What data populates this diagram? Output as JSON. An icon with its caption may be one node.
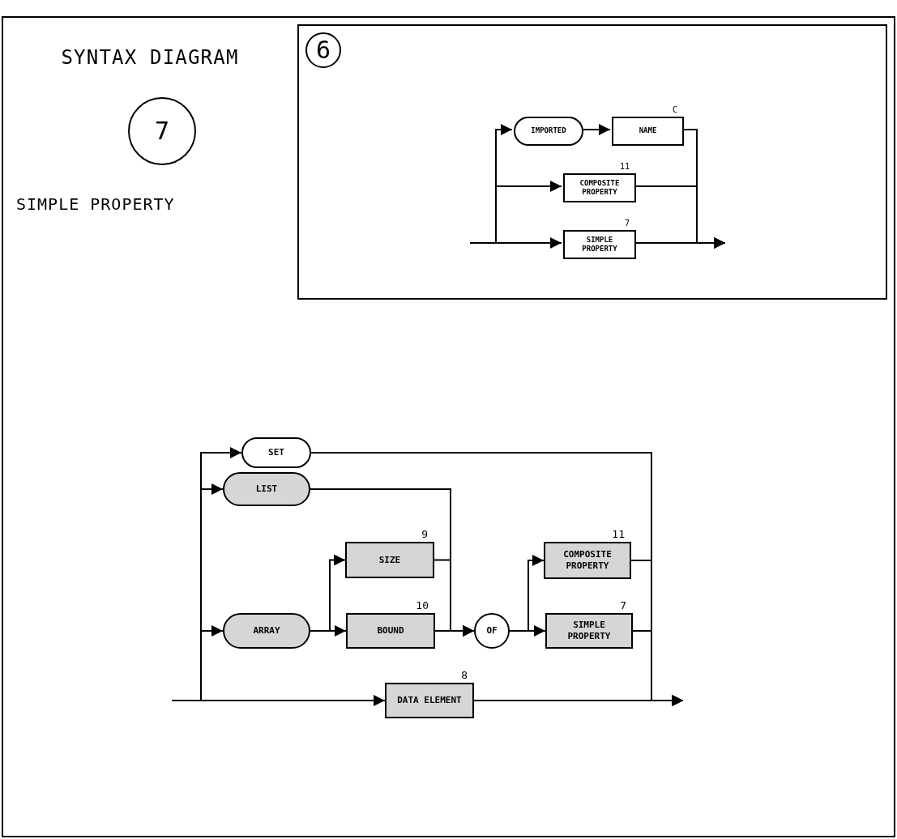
{
  "diagram": {
    "title": "SYNTAX DIAGRAM",
    "nodes": [
      {
        "text": [
          "7"
        ]
      },
      {
        "text": [],
        "shape": "box"
      },
      {
        "text": [
          "6"
        ],
        "in": 1
      },
      {
        "text": [
          "IMPORTED"
        ],
        "in": 1
      },
      {
        "text": [
          "NAME"
        ],
        "in": 1,
        "beside": [
          "C"
        ]
      },
      {
        "text": [
          "COMPOSITE PROPERTY"
        ],
        "in": 1,
        "beside": [
          "11"
        ]
      },
      {
        "text": [
          "SIMPLE PROPERTY"
        ],
        "in": 1,
        "beside": [
          "7"
        ]
      },
      {
        "text": [
          "SET"
        ]
      },
      {
        "text": [
          "LIST"
        ]
      },
      {
        "text": [
          "SIZE"
        ],
        "beside": [
          "9"
        ]
      },
      {
        "text": [
          "ARRAY"
        ]
      },
      {
        "text": [
          "BOUND"
        ],
        "beside": [
          "10"
        ]
      },
      {
        "text": [
          "OF"
        ]
      },
      {
        "text": [
          "COMPOSITE PROPERTY"
        ],
        "beside": [
          "11"
        ]
      },
      {
        "text": [
          "SIMPLE PROPERTY"
        ],
        "beside": [
          "7"
        ]
      },
      {
        "text": [
          "DATA ELEMENT"
        ],
        "beside": [
          "8"
        ]
      }
    ],
    "edges": [
      {
        "from": null,
        "to": 3,
        "arrow": "to"
      },
      {
        "from": null,
        "to": 5,
        "arrow": "to"
      },
      {
        "from": null,
        "to": 6,
        "arrow": "to"
      },
      {
        "from": 3,
        "to": 4,
        "arrow": "to"
      },
      {
        "from": 4,
        "to": null,
        "arrow": "to"
      },
      {
        "from": 5,
        "to": null,
        "arrow": "to"
      },
      {
        "from": 6,
        "to": null,
        "arrow": "to"
      },
      {
        "from": null,
        "to": 7,
        "arrow": "to"
      },
      {
        "from": null,
        "to": 8,
        "arrow": "to"
      },
      {
        "from": null,
        "to": 10,
        "arrow": "to"
      },
      {
        "from": null,
        "to": 15,
        "arrow": "to"
      },
      {
        "from": 10,
        "to": 9,
        "arrow": "to"
      },
      {
        "from": 10,
        "to": 11,
        "arrow": "to"
      },
      {
        "from": 9,
        "to": 12,
        "arrow": "to"
      },
      {
        "from": 11,
        "to": 12,
        "arrow": "to"
      },
      {
        "from": 8,
        "to": 12,
        "arrow": "to"
      },
      {
        "from": 12,
        "to": 13,
        "arrow": "to"
      },
      {
        "from": 12,
        "to": 14,
        "arrow": "to"
      },
      {
        "from": 7,
        "to": null,
        "arrow": "to"
      },
      {
        "from": 13,
        "to": null,
        "arrow": "to"
      },
      {
        "from": 14,
        "to": null,
        "arrow": "to"
      },
      {
        "from": 15,
        "to": null,
        "arrow": "to"
      }
    ],
    "labels": [
      "SIMPLE PROPERTY"
    ]
  }
}
